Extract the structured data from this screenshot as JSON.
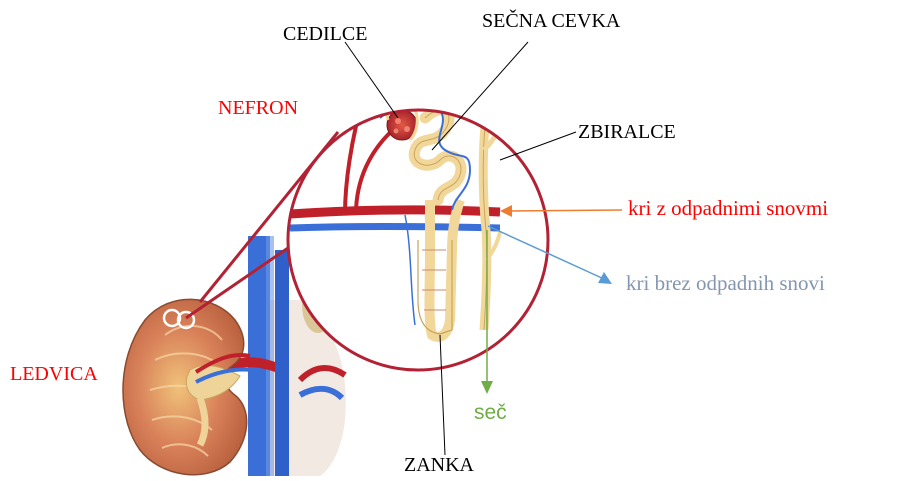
{
  "labels": {
    "cedilce": "CEDILCE",
    "secna_cevka": "SEČNA CEVKA",
    "nefron": "NEFRON",
    "zbiralce": "ZBIRALCE",
    "kri_z_odpadnimi_snovmi": "kri z odpadnimi snovmi",
    "kri_brez_odpadnih_snovi": "kri brez odpadnih snovi",
    "sec": "seč",
    "ledvica": "LEDVICA",
    "zanka": "ZANKA"
  },
  "colors": {
    "black": "#000000",
    "red": "#ff0000",
    "blue_label": "#8496b0",
    "arrow_orange": "#ed7d31",
    "arrow_blue": "#5b9bd5",
    "arrow_green": "#70ad47",
    "circle": "#b22234",
    "artery": "#c0202a",
    "vein": "#3b6fd8",
    "tubule": "#f2d79a",
    "tubule_edge": "#c9a55a",
    "kidney_tissue": "#d9825a",
    "kidney_pelvis": "#efd49a"
  },
  "icons": {
    "kidney": "kidney-illustration",
    "nefron": "nephron-illustration"
  }
}
